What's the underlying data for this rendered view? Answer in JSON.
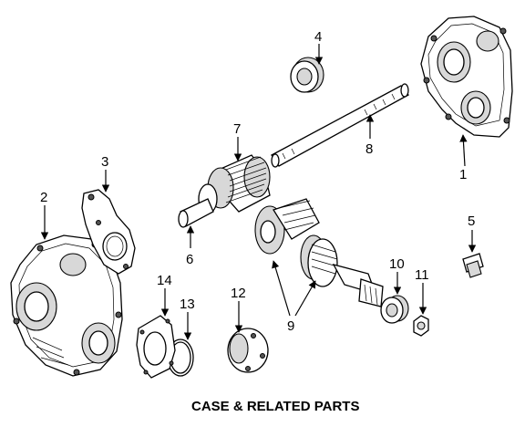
{
  "caption": "CASE & RELATED PARTS",
  "callouts": {
    "c1": "1",
    "c2": "2",
    "c3": "3",
    "c4": "4",
    "c5": "5",
    "c6": "6",
    "c7": "7",
    "c8": "8",
    "c9": "9",
    "c10": "10",
    "c11": "11",
    "c12": "12",
    "c13": "13",
    "c14": "14"
  }
}
